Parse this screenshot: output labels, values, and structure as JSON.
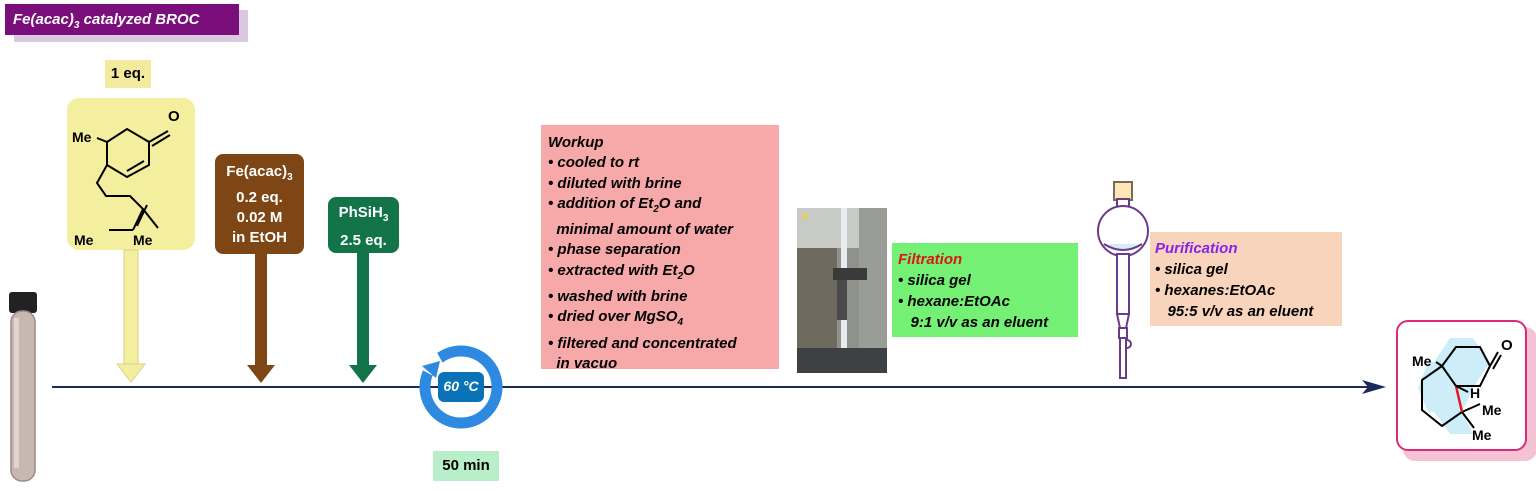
{
  "title": {
    "prefix": "Fe(acac)",
    "sub": "3",
    "suffix": " catalyzed BROC"
  },
  "substrate": {
    "equiv_label": "1 eq.",
    "atoms": {
      "methyl_quaternary": "Me",
      "ketone_o": "O",
      "methyl_left": "Me",
      "methyl_right": "Me"
    }
  },
  "catalyst": {
    "name_prefix": "Fe(acac)",
    "name_sub": "3",
    "amount": "0.2 eq.",
    "concentration": "0.02 M",
    "solvent": "in EtOH",
    "color": "#7f4615"
  },
  "reductant": {
    "name_prefix": "PhSiH",
    "name_sub": "3",
    "amount": "2.5 eq.",
    "color": "#13744a"
  },
  "heating": {
    "temperature": "60 °C",
    "time": "50 min"
  },
  "workup": {
    "title": "Workup",
    "steps": [
      {
        "text": "• cooled to rt"
      },
      {
        "text": "• diluted with brine"
      },
      {
        "pre": "• addition of Et",
        "sub": "2",
        "post": "O and"
      },
      {
        "text": "  minimal amount of water"
      },
      {
        "text": "• phase separation"
      },
      {
        "pre": "• extracted with Et",
        "sub": "2",
        "post": "O"
      },
      {
        "text": "• washed with brine"
      },
      {
        "pre": "• dried over MgSO",
        "sub": "4",
        "post": ""
      },
      {
        "text": "• filtered and concentrated"
      },
      {
        "text": "  in vacuo"
      }
    ]
  },
  "filtration": {
    "title": "Filtration",
    "lines": [
      "• silica gel",
      "• hexane:EtOAc",
      "   9:1 v/v as an eluent"
    ]
  },
  "purification": {
    "title": "Purification",
    "lines": [
      "• silica gel",
      "• hexanes:EtOAc",
      "   95:5 v/v as an eluent"
    ]
  },
  "product": {
    "atoms": {
      "methyl_ring_fusion": "Me",
      "ketone_o": "O",
      "hydrogen": "H",
      "methyl_upper": "Me",
      "methyl_lower": "Me"
    }
  },
  "colors": {
    "title_bg": "#7a0e7a",
    "timeline": "#1c2a5a",
    "substrate_bg": "#f3ef9e",
    "workup_bg": "#f7a8a8",
    "filtration_bg": "#74f074",
    "purification_bg": "#f8d4bc",
    "heating_ring": "#2e8ae0",
    "product_border": "#d82c7a"
  }
}
